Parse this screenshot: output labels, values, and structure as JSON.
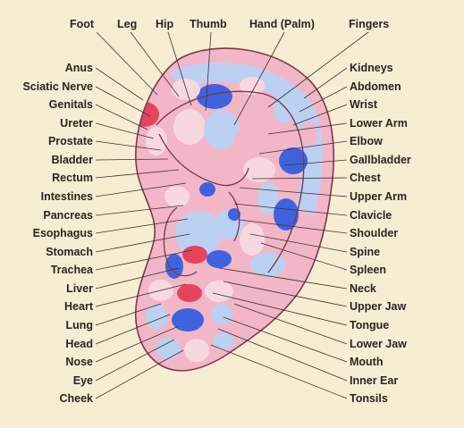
{
  "top_labels": [
    "Foot",
    "Leg",
    "Hip",
    "Thumb",
    "Hand (Palm)",
    "Fingers"
  ],
  "left_labels": [
    "Anus",
    "Sciatic Nerve",
    "Genitals",
    "Ureter",
    "Prostate",
    "Bladder",
    "Rectum",
    "Intestines",
    "Pancreas",
    "Esophagus",
    "Stomach",
    "Trachea",
    "Liver",
    "Heart",
    "Lung",
    "Head",
    "Nose",
    "Eye",
    "Cheek"
  ],
  "right_labels": [
    "Kidneys",
    "Abdomen",
    "Wrist",
    "Lower Arm",
    "Elbow",
    "Gallbladder",
    "Chest",
    "Upper Arm",
    "Clavicle",
    "Shoulder",
    "Spine",
    "Spleen",
    "Neck",
    "Upper Jaw",
    "Tongue",
    "Lower Jaw",
    "Mouth",
    "Inner Ear",
    "Tonsils"
  ],
  "colors": {
    "background": "#f7edd3",
    "ear_outline": "#7a3a4e",
    "blue": "#3f63df",
    "light_blue": "#bcd0f2",
    "red": "#e8435e",
    "pink": "#f2b6c6",
    "light_pink": "#f8d8df",
    "text": "#2b2323"
  }
}
